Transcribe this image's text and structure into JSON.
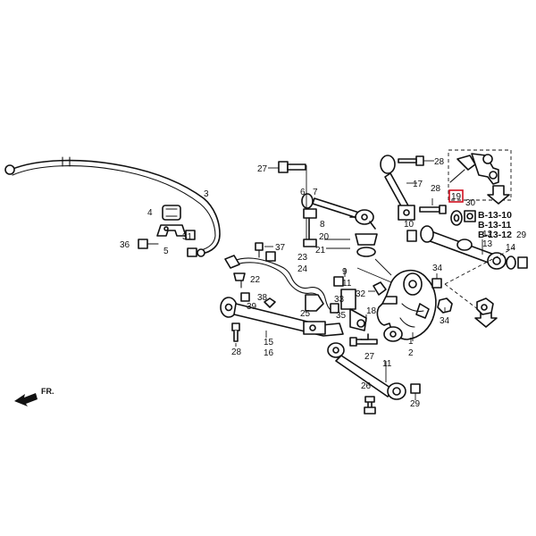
{
  "diagram": {
    "labels": {
      "l27a": "27",
      "l6": "6",
      "l7": "7",
      "l17": "17",
      "l28a": "28",
      "l28b": "28",
      "l3": "3",
      "l4": "4",
      "l5": "5",
      "l31": "31",
      "l36": "36",
      "l19": "19",
      "l30": "30",
      "l10": "10",
      "l12": "12",
      "l13": "13",
      "l14": "14",
      "l29a": "29",
      "l8": "8",
      "l20": "20",
      "l21": "21",
      "l37": "37",
      "l23": "23",
      "l24": "24",
      "l22": "22",
      "l9": "9",
      "l11a": "11",
      "l34a": "34",
      "l34b": "34",
      "l38": "38",
      "l32": "32",
      "l39": "39",
      "l25": "25",
      "l33": "33",
      "l35": "35",
      "l18": "18",
      "l15": "15",
      "l16": "16",
      "l28c": "28",
      "l27b": "27",
      "l1": "1",
      "l2": "2",
      "l11b": "11",
      "l26": "26",
      "l29b": "29"
    },
    "refs": [
      "B-13-10",
      "B-13-11",
      "B-13-12"
    ],
    "front_marker": "FR.",
    "highlight_color": "#d01020"
  }
}
